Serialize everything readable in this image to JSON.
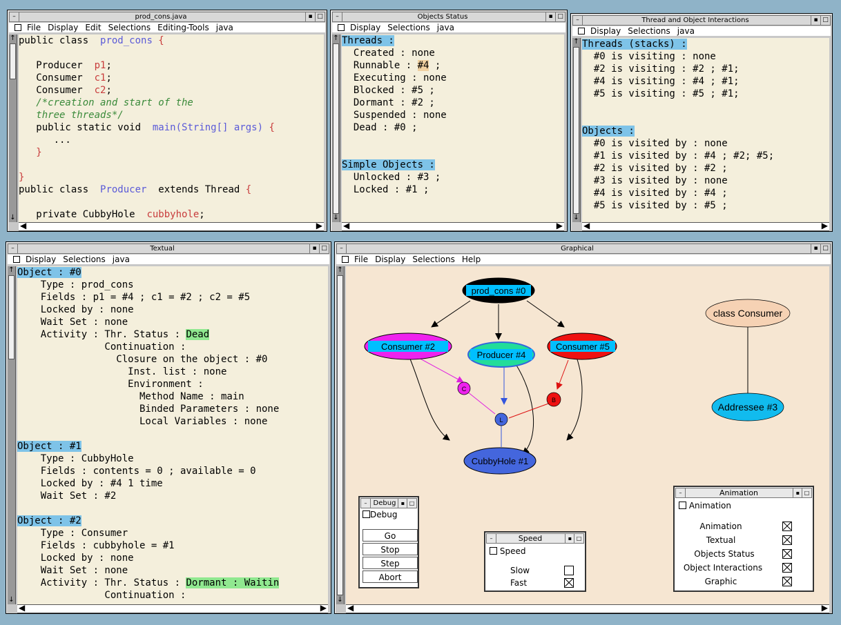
{
  "windows": {
    "prod_cons": {
      "title": "prod_cons.java",
      "menu": [
        "File",
        "Display",
        "Edit",
        "Selections",
        "Editing-Tools",
        "java"
      ],
      "lines": [
        [
          {
            "t": "public class  ",
            "c": ""
          },
          {
            "t": "prod_cons",
            "c": "kw-blue"
          },
          {
            "t": " {",
            "c": "kw-red"
          }
        ],
        [],
        [
          {
            "t": "   Producer  ",
            "c": ""
          },
          {
            "t": "p1",
            "c": "kw-red"
          },
          {
            "t": ";",
            "c": ""
          }
        ],
        [
          {
            "t": "   Consumer  ",
            "c": ""
          },
          {
            "t": "c1",
            "c": "kw-red"
          },
          {
            "t": ";",
            "c": ""
          }
        ],
        [
          {
            "t": "   Consumer  ",
            "c": ""
          },
          {
            "t": "c2",
            "c": "kw-red"
          },
          {
            "t": ";",
            "c": ""
          }
        ],
        [
          {
            "t": "   /*creation and start of the",
            "c": "kw-green"
          }
        ],
        [
          {
            "t": "   three threads*/",
            "c": "kw-green"
          }
        ],
        [
          {
            "t": "   public static void  ",
            "c": ""
          },
          {
            "t": "main(String[] args)",
            "c": "kw-blue"
          },
          {
            "t": " {",
            "c": "kw-red"
          }
        ],
        [
          {
            "t": "      ...",
            "c": ""
          }
        ],
        [
          {
            "t": "   }",
            "c": "kw-red"
          }
        ],
        [],
        [
          {
            "t": "}",
            "c": "kw-red"
          }
        ],
        [
          {
            "t": "public class  ",
            "c": ""
          },
          {
            "t": "Producer",
            "c": "kw-blue"
          },
          {
            "t": "  extends Thread ",
            "c": ""
          },
          {
            "t": "{",
            "c": "kw-red"
          }
        ],
        [],
        [
          {
            "t": "   private CubbyHole  ",
            "c": ""
          },
          {
            "t": "cubbyhole",
            "c": "kw-red"
          },
          {
            "t": ";",
            "c": ""
          }
        ]
      ]
    },
    "objects_status": {
      "title": "Objects Status",
      "menu": [
        "Display",
        "Selections",
        "java"
      ],
      "lines": [
        [
          {
            "t": "Threads :",
            "c": "hl"
          }
        ],
        [
          {
            "t": "  Created : none",
            "c": ""
          }
        ],
        [
          {
            "t": "  Runnable : ",
            "c": ""
          },
          {
            "t": "#4",
            "c": "hl-orange"
          },
          {
            "t": " ;",
            "c": ""
          }
        ],
        [
          {
            "t": "  Executing : none",
            "c": ""
          }
        ],
        [
          {
            "t": "  Blocked : #5 ;",
            "c": ""
          }
        ],
        [
          {
            "t": "  Dormant : #2 ;",
            "c": ""
          }
        ],
        [
          {
            "t": "  Suspended : none",
            "c": ""
          }
        ],
        [
          {
            "t": "  Dead : #0 ;",
            "c": ""
          }
        ],
        [],
        [],
        [
          {
            "t": "Simple Objects :",
            "c": "hl"
          }
        ],
        [
          {
            "t": "  Unlocked : #3 ;",
            "c": ""
          }
        ],
        [
          {
            "t": "  Locked : #1 ;",
            "c": ""
          }
        ]
      ]
    },
    "interactions": {
      "title": "Thread and Object Interactions",
      "menu": [
        "Display",
        "Selections",
        "java"
      ],
      "lines": [
        [
          {
            "t": "Threads (stacks) :",
            "c": "hl"
          }
        ],
        [
          {
            "t": "  #0 is visiting : none",
            "c": ""
          }
        ],
        [
          {
            "t": "  #2 is visiting : #2 ; #1;",
            "c": ""
          }
        ],
        [
          {
            "t": "  #4 is visiting : #4 ; #1;",
            "c": ""
          }
        ],
        [
          {
            "t": "  #5 is visiting : #5 ; #1;",
            "c": ""
          }
        ],
        [],
        [],
        [
          {
            "t": "Objects :",
            "c": "hl"
          }
        ],
        [
          {
            "t": "  #0 is visited by : none",
            "c": ""
          }
        ],
        [
          {
            "t": "  #1 is visited by : #4 ; #2; #5;",
            "c": ""
          }
        ],
        [
          {
            "t": "  #2 is visited by : #2 ;",
            "c": ""
          }
        ],
        [
          {
            "t": "  #3 is visited by : none",
            "c": ""
          }
        ],
        [
          {
            "t": "  #4 is visited by : #4 ;",
            "c": ""
          }
        ],
        [
          {
            "t": "  #5 is visited by : #5 ;",
            "c": ""
          }
        ]
      ]
    },
    "textual": {
      "title": "Textual",
      "menu": [
        "Display",
        "Selections",
        "java"
      ],
      "lines": [
        [
          {
            "t": "Object : #0",
            "c": "hl"
          }
        ],
        [
          {
            "t": "    Type : prod_cons",
            "c": ""
          }
        ],
        [
          {
            "t": "    Fields : p1 = #4 ; c1 = #2 ; c2 = #5",
            "c": ""
          }
        ],
        [
          {
            "t": "    Locked by : none",
            "c": ""
          }
        ],
        [
          {
            "t": "    Wait Set : none",
            "c": ""
          }
        ],
        [
          {
            "t": "    Activity : Thr. Status : ",
            "c": ""
          },
          {
            "t": "Dead",
            "c": "hl-green"
          }
        ],
        [
          {
            "t": "               Continuation :",
            "c": ""
          }
        ],
        [
          {
            "t": "                 Closure on the object : #0",
            "c": ""
          }
        ],
        [
          {
            "t": "                   Inst. list : none",
            "c": ""
          }
        ],
        [
          {
            "t": "                   Environment :",
            "c": ""
          }
        ],
        [
          {
            "t": "                     Method Name : main",
            "c": ""
          }
        ],
        [
          {
            "t": "                     Binded Parameters : none",
            "c": ""
          }
        ],
        [
          {
            "t": "                     Local Variables : none",
            "c": ""
          }
        ],
        [],
        [
          {
            "t": "Object : #1",
            "c": "hl"
          }
        ],
        [
          {
            "t": "    Type : CubbyHole",
            "c": ""
          }
        ],
        [
          {
            "t": "    Fields : contents = 0 ; available = 0",
            "c": ""
          }
        ],
        [
          {
            "t": "    Locked by : #4 1 time",
            "c": ""
          }
        ],
        [
          {
            "t": "    Wait Set : #2",
            "c": ""
          }
        ],
        [],
        [
          {
            "t": "Object : #2",
            "c": "hl"
          }
        ],
        [
          {
            "t": "    Type : Consumer",
            "c": ""
          }
        ],
        [
          {
            "t": "    Fields : cubbyhole = #1",
            "c": ""
          }
        ],
        [
          {
            "t": "    Locked by : none",
            "c": ""
          }
        ],
        [
          {
            "t": "    Wait Set : none",
            "c": ""
          }
        ],
        [
          {
            "t": "    Activity : Thr. Status : ",
            "c": ""
          },
          {
            "t": "Dormant : Waitin",
            "c": "hl-green"
          }
        ],
        [
          {
            "t": "               Continuation :",
            "c": ""
          }
        ]
      ]
    },
    "graphical": {
      "title": "Graphical",
      "menu": [
        "File",
        "Display",
        "Selections",
        "Help"
      ]
    }
  },
  "graph": {
    "nodes": {
      "prod_cons": "prod_cons #0",
      "consumer2": "Consumer #2",
      "producer4": "Producer #4",
      "consumer5": "Consumer #5",
      "cubbyhole1": "CubbyHole #1",
      "class_consumer": "class Consumer",
      "addressee3": "Addressee #3",
      "small_c": "C",
      "small_l": "L",
      "small_b": "B"
    },
    "colors": {
      "prod_cons_fill": "#000000",
      "prod_cons_label_bg": "#00bfff",
      "consumer2_fill": "#ee22ee",
      "producer4_fill": "#22dd99",
      "consumer5_fill": "#ee1111",
      "cubbyhole_fill": "#4466dd",
      "class_consumer_fill": "#f6d2b4",
      "addressee_fill": "#11bbee"
    }
  },
  "debug_panel": {
    "title": "Debug",
    "checkbox_label": "Debug",
    "buttons": [
      "Go",
      "Stop",
      "Step",
      "Abort"
    ]
  },
  "speed_panel": {
    "title": "Speed",
    "checkbox_label": "Speed",
    "options": [
      {
        "label": "Slow",
        "checked": false
      },
      {
        "label": "Fast",
        "checked": true
      }
    ]
  },
  "animation_panel": {
    "title": "Animation",
    "checkbox_label": "Animation",
    "options": [
      {
        "label": "Animation",
        "checked": true
      },
      {
        "label": "Textual",
        "checked": true
      },
      {
        "label": "Objects Status",
        "checked": true
      },
      {
        "label": "Object Interactions",
        "checked": true
      },
      {
        "label": "Graphic",
        "checked": true
      }
    ]
  }
}
